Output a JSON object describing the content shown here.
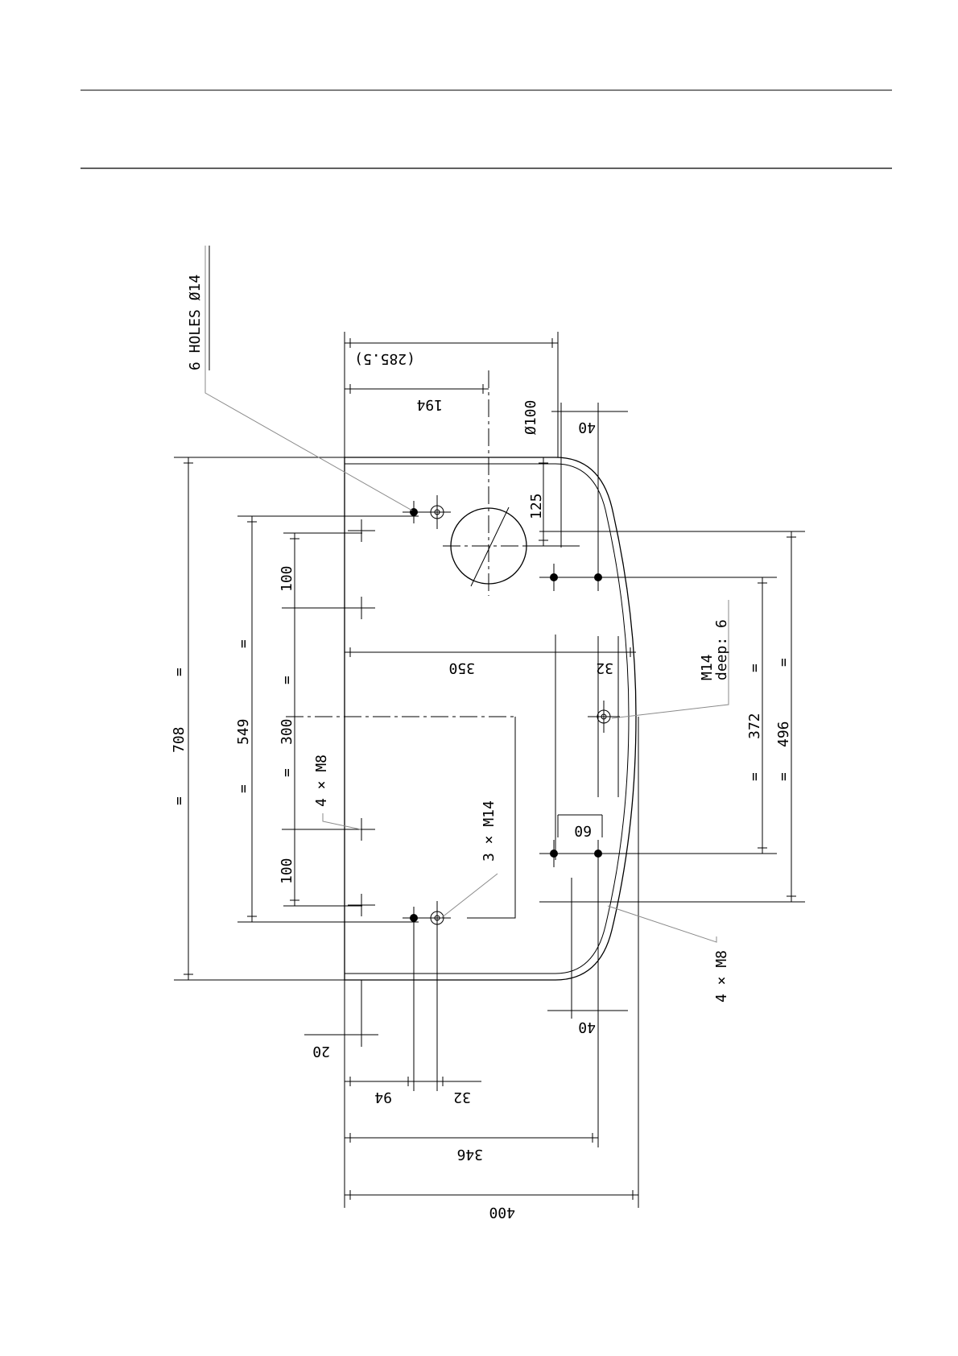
{
  "labels": {
    "holes_14": "6 HOLES Ø14",
    "dim_285": "(285.5)",
    "dim_194": "194",
    "dia_100": "Ø100",
    "dim_40_top": "40",
    "dim_125": "125",
    "dim_708": "708",
    "eq_708_a": "=",
    "eq_708_b": "=",
    "dim_549": "549",
    "eq_549_a": "=",
    "eq_549_b": "=",
    "dim_300": "300",
    "eq_300_a": "=",
    "eq_300_b": "=",
    "dim_100_top": "100",
    "dim_100_bottom": "100",
    "m8_left": "4 × M8",
    "m14_three": "3 × M14",
    "dim_350": "350",
    "dim_32_top": "32",
    "m14_deep_a": "M14",
    "m14_deep_b": "deep: 6",
    "dim_372": "372",
    "eq_372_a": "=",
    "eq_372_b": "=",
    "dim_496": "496",
    "eq_496_a": "=",
    "eq_496_b": "=",
    "dim_60": "60",
    "m8_right": "4 × M8",
    "dim_40_bottom": "40",
    "dim_20": "20",
    "dim_94": "94",
    "dim_32_bottom": "32",
    "dim_346": "346",
    "dim_400": "400"
  },
  "colors": {
    "line": "#000000",
    "leader": "#8a8a8a",
    "background": "#ffffff"
  }
}
